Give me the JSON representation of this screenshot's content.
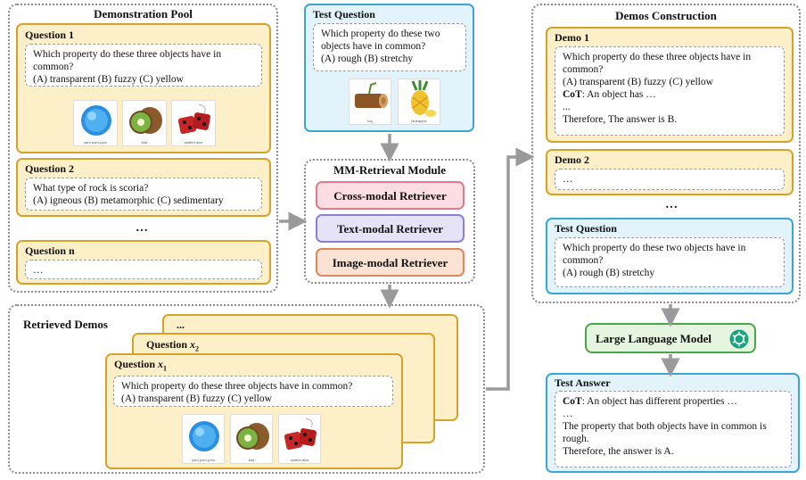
{
  "demo_pool": {
    "title": "Demonstration Pool",
    "q1": {
      "header": "Question 1",
      "text": "Which property do these three objects have in common?",
      "options": "(A) transparent (B) fuzzy (C) yellow",
      "captions": [
        "yarn pom-pom",
        "kiwi",
        "stuffed dice"
      ]
    },
    "q2": {
      "header": "Question 2",
      "text": "What type of rock is scoria?",
      "options": "(A) igneous (B) metamorphic (C) sedimentary"
    },
    "ellipsis": "…",
    "qn": {
      "header": "Question n",
      "text": "…"
    }
  },
  "test_question_top": {
    "header": "Test Question",
    "text": "Which property do these two objects have in common?",
    "options": "(A) rough (B) stretchy",
    "captions": [
      "log",
      "pineapple"
    ]
  },
  "retrieval_module": {
    "title": "MM-Retrieval Module",
    "retrievers": [
      "Cross-modal Retriever",
      "Text-modal Retriever",
      "Image-modal Retriever"
    ]
  },
  "retrieved_demos": {
    "title": "Retrieved Demos",
    "back_header": "...",
    "mid_header_prefix": "Question",
    "mid_var": "x",
    "mid_sub": "2",
    "front_header_prefix": "Question",
    "front_var": "x",
    "front_sub": "1",
    "text": "Which property do these three objects have in common?",
    "options": "(A) transparent (B) fuzzy (C) yellow",
    "captions": [
      "yarn pom-pom",
      "kiwi",
      "stuffed dice"
    ]
  },
  "demos_construction": {
    "title": "Demos Construction",
    "demo1": {
      "header": "Demo 1",
      "text": "Which property do these three objects have in common?",
      "options": "(A) transparent (B) fuzzy (C) yellow",
      "cot_label": "CoT",
      "cot_text": ": An object has …",
      "dots": "...",
      "answer": "Therefore, The answer is B."
    },
    "demo2": {
      "header": "Demo 2",
      "text": "…"
    },
    "ellipsis": "…",
    "test_question": {
      "header": "Test Question",
      "text": "Which property do these two objects have in common?",
      "options": "(A) rough (B) stretchy"
    }
  },
  "llm": {
    "label": "Large Language Model"
  },
  "test_answer": {
    "header": "Test Answer",
    "cot_label": "CoT",
    "cot_text": ": An object has different properties …",
    "dots": "…",
    "line2": "The property that both objects have in common is rough.",
    "line3": "Therefore, the answer is A."
  },
  "colors": {
    "yellow_fill": "#fdf0c8",
    "yellow_border": "#d5a32b",
    "blue_fill": "#e2f3fb",
    "blue_border": "#3aa6d6",
    "cross_fill": "#fbdde3",
    "cross_border": "#e07a8c",
    "text_fill": "#e6e3f9",
    "text_border": "#8c7fd6",
    "image_fill": "#fbe2d3",
    "image_border": "#e0875a",
    "llm_fill": "#e6f5df",
    "llm_border": "#4aa64a",
    "arrow": "#9a9a9a"
  }
}
